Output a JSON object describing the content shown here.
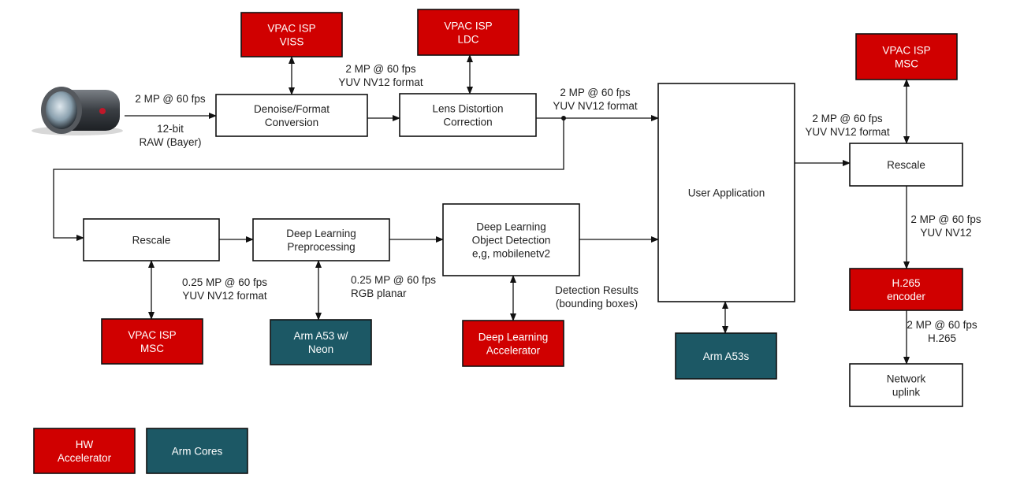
{
  "colors": {
    "hw_accelerator": "#d00000",
    "arm_cores": "#1c5865",
    "process_box": "#ffffff",
    "line": "#111111"
  },
  "camera": {
    "icon": "camera-icon"
  },
  "nodes": {
    "viss": {
      "lines": [
        "VPAC ISP",
        "VISS"
      ],
      "kind": "hw"
    },
    "ldc": {
      "lines": [
        "VPAC ISP",
        "LDC"
      ],
      "kind": "hw"
    },
    "msc_top": {
      "lines": [
        "VPAC ISP",
        "MSC"
      ],
      "kind": "hw"
    },
    "denoise": {
      "lines": [
        "Denoise/Format",
        "Conversion"
      ],
      "kind": "proc"
    },
    "lens": {
      "lines": [
        "Lens Distortion",
        "Correction"
      ],
      "kind": "proc"
    },
    "user_app": {
      "lines": [
        "User Application"
      ],
      "kind": "proc"
    },
    "rescale_right": {
      "lines": [
        "Rescale"
      ],
      "kind": "proc"
    },
    "rescale_left": {
      "lines": [
        "Rescale"
      ],
      "kind": "proc"
    },
    "preproc": {
      "lines": [
        "Deep Learning",
        "Preprocessing"
      ],
      "kind": "proc"
    },
    "detect": {
      "lines": [
        "Deep Learning",
        "Object Detection",
        "e,g, mobilenetv2"
      ],
      "kind": "proc"
    },
    "msc_bottom": {
      "lines": [
        "VPAC ISP",
        "MSC"
      ],
      "kind": "hw"
    },
    "a53_neon": {
      "lines": [
        "Arm A53 w/",
        "Neon"
      ],
      "kind": "arm"
    },
    "dla": {
      "lines": [
        "Deep Learning",
        "Accelerator"
      ],
      "kind": "hw"
    },
    "a53s": {
      "lines": [
        "Arm A53s"
      ],
      "kind": "arm"
    },
    "h265": {
      "lines": [
        "H.265",
        "encoder"
      ],
      "kind": "hw"
    },
    "network": {
      "lines": [
        "Network",
        "uplink"
      ],
      "kind": "proc"
    }
  },
  "legend": [
    {
      "lines": [
        "HW",
        "Accelerator"
      ],
      "kind": "hw"
    },
    {
      "lines": [
        "Arm Cores"
      ],
      "kind": "arm"
    }
  ],
  "edge_labels": {
    "camera_top": [
      "2 MP @ 60 fps"
    ],
    "camera_bottom": [
      "12-bit",
      "RAW (Bayer)"
    ],
    "denoise_out": [
      "2 MP @ 60 fps",
      "YUV NV12 format"
    ],
    "lens_out": [
      "2 MP @ 60 fps",
      "YUV NV12 format"
    ],
    "app_out": [
      "2 MP @ 60 fps",
      "YUV NV12 format"
    ],
    "rescale_left_out": [
      "0.25 MP @ 60 fps",
      "YUV NV12 format"
    ],
    "preproc_out": [
      "0.25 MP @ 60 fps",
      "RGB planar"
    ],
    "detect_out": [
      "Detection Results",
      "(bounding boxes)"
    ],
    "rescale_right_out": [
      "2 MP @ 60 fps",
      "YUV NV12"
    ],
    "h265_out": [
      "2 MP @ 60 fps",
      "H.265"
    ]
  }
}
